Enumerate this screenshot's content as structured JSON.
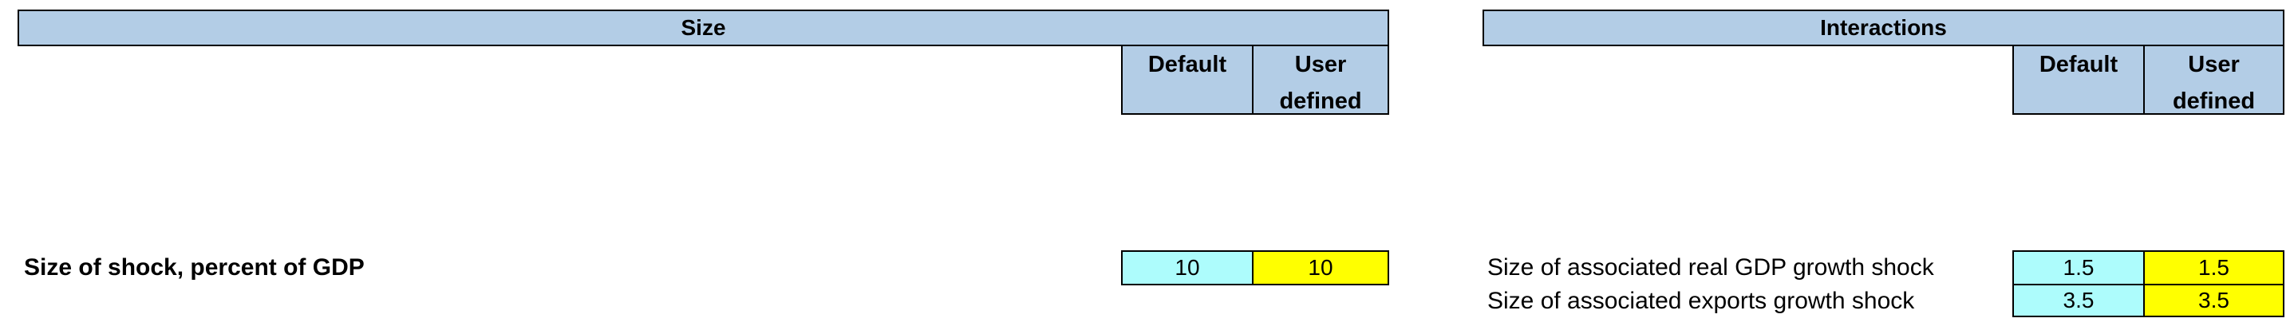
{
  "size_panel": {
    "title": "Size",
    "col_default": "Default",
    "col_user_line1": "User",
    "col_user_line2": "defined",
    "rows": [
      {
        "label": "Size of shock, percent of GDP",
        "default": "10",
        "user": "10"
      }
    ]
  },
  "interactions_panel": {
    "title": "Interactions",
    "col_default": "Default",
    "col_user_line1": "User",
    "col_user_line2": "defined",
    "rows": [
      {
        "label": "Size of associated real GDP growth shock",
        "default": "1.5",
        "user": "1.5"
      },
      {
        "label": "Size of associated exports growth shock",
        "default": "3.5",
        "user": "3.5"
      }
    ]
  },
  "colors": {
    "header_fill": "#b3cde6",
    "default_cell_fill": "#adfcfc",
    "user_cell_fill": "#ffff00"
  }
}
